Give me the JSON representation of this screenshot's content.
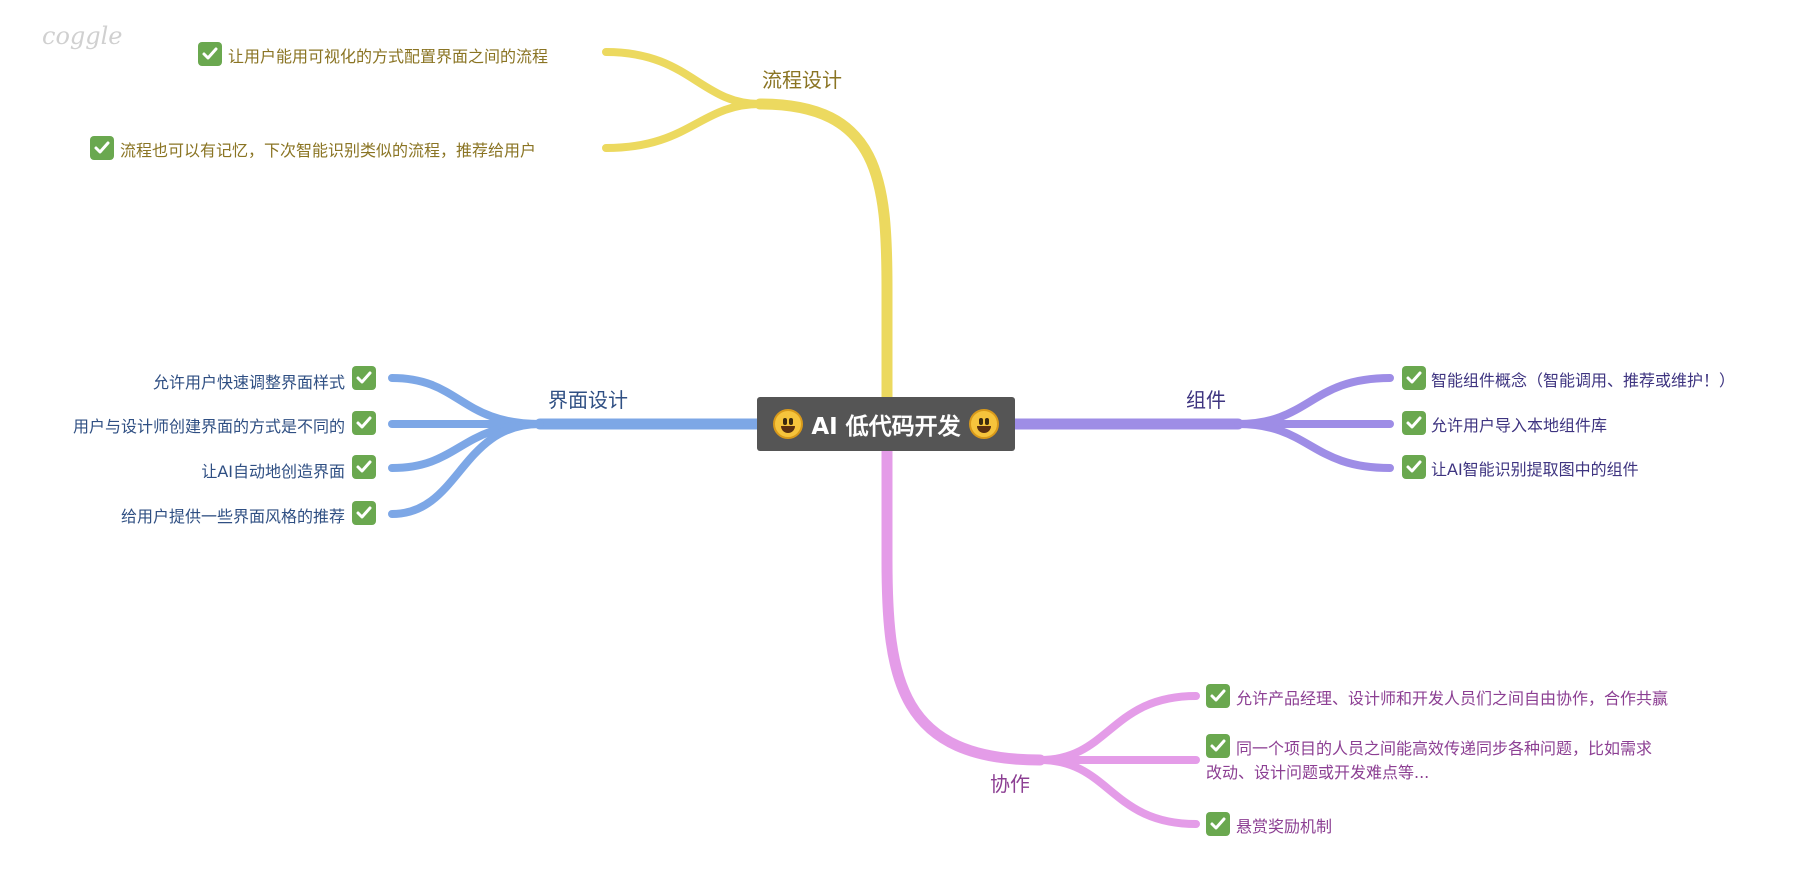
{
  "app": {
    "logo": "coggle"
  },
  "colors": {
    "yellow": "#ecd95f",
    "blue": "#7da7e6",
    "purple": "#9e8de6",
    "pink": "#e49ce8",
    "center_bg": "#555555",
    "check": "#6aa84f"
  },
  "center": {
    "title": "AI 低代码开发",
    "left_icon": "smiley-icon",
    "right_icon": "smiley-icon"
  },
  "branches": {
    "flow": {
      "label": "流程设计",
      "items": [
        "让用户能用可视化的方式配置界面之间的流程",
        "流程也可以有记忆，下次智能识别类似的流程，推荐给用户"
      ]
    },
    "ui": {
      "label": "界面设计",
      "items": [
        "允许用户快速调整界面样式",
        "用户与设计师创建界面的方式是不同的",
        "让AI自动地创造界面",
        "给用户提供一些界面风格的推荐"
      ]
    },
    "components": {
      "label": "组件",
      "items": [
        "智能组件概念（智能调用、推荐或维护！）",
        "允许用户导入本地组件库",
        "让AI智能识别提取图中的组件"
      ]
    },
    "collab": {
      "label": "协作",
      "items": [
        "允许产品经理、设计师和开发人员们之间自由协作，合作共赢",
        "同一个项目的人员之间能高效传递同步各种问题，比如需求",
        "改动、设计问题或开发难点等...",
        "悬赏奖励机制"
      ]
    }
  }
}
